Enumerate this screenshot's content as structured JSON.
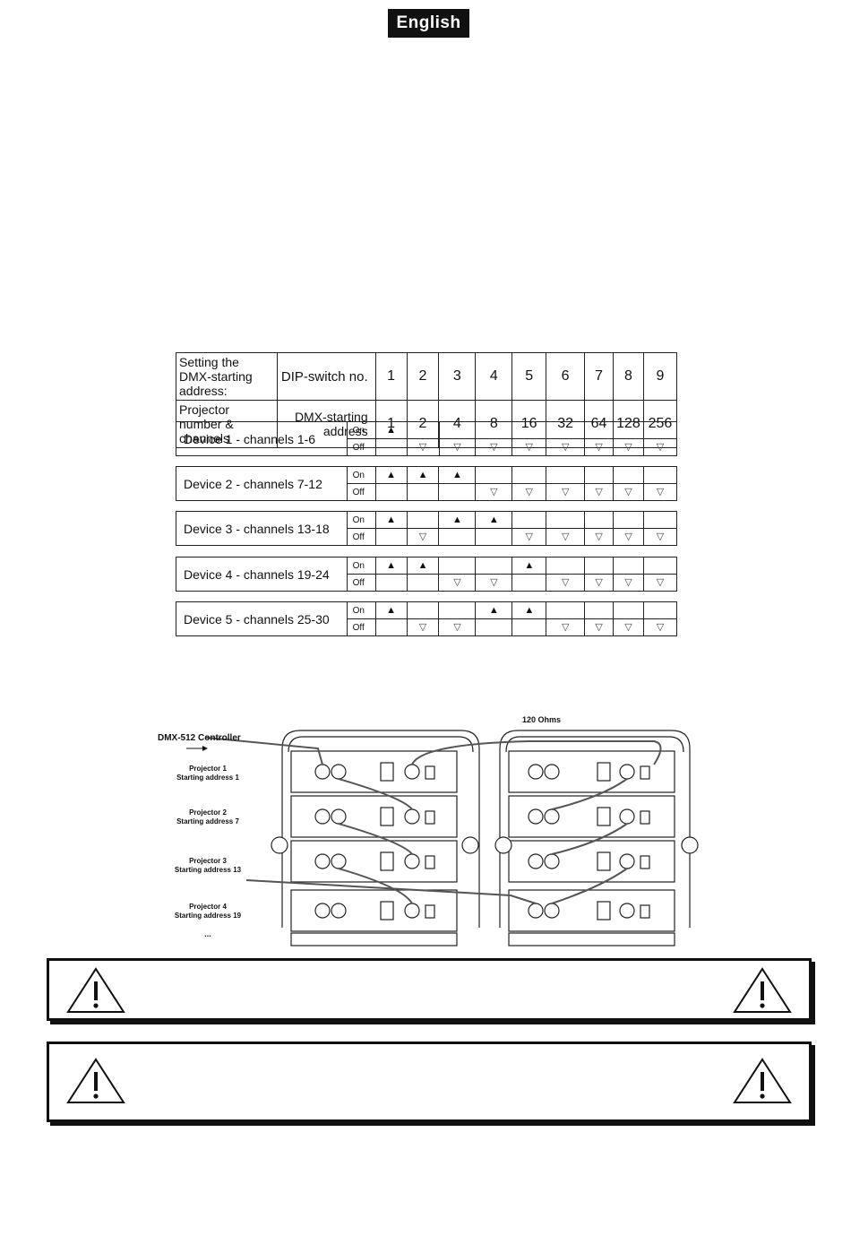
{
  "header": {
    "language": "English"
  },
  "table": {
    "row1_label": "Setting the DMX-starting address:",
    "dip_label": "DIP-switch no.",
    "switch_numbers": [
      "1",
      "2",
      "3",
      "4",
      "5",
      "6",
      "7",
      "8",
      "9"
    ],
    "row2_label": "Projector number & channels",
    "dmx_label": "DMX-starting address",
    "values": [
      "1",
      "2",
      "4",
      "8",
      "16",
      "32",
      "64",
      "128",
      "256"
    ],
    "on_label": "On",
    "off_label": "Off",
    "devices": [
      {
        "name": "Device 1 - channels 1-6",
        "on": [
          1,
          0,
          0,
          0,
          0,
          0,
          0,
          0,
          0
        ],
        "off": [
          0,
          1,
          1,
          1,
          1,
          1,
          1,
          1,
          1
        ]
      },
      {
        "name": "Device 2 - channels 7-12",
        "on": [
          1,
          1,
          1,
          0,
          0,
          0,
          0,
          0,
          0
        ],
        "off": [
          0,
          0,
          0,
          1,
          1,
          1,
          1,
          1,
          1
        ]
      },
      {
        "name": "Device 3 - channels 13-18",
        "on": [
          1,
          0,
          1,
          1,
          0,
          0,
          0,
          0,
          0
        ],
        "off": [
          0,
          1,
          0,
          0,
          1,
          1,
          1,
          1,
          1
        ]
      },
      {
        "name": "Device 4 - channels 19-24",
        "on": [
          1,
          1,
          0,
          0,
          1,
          0,
          0,
          0,
          0
        ],
        "off": [
          0,
          0,
          1,
          1,
          0,
          1,
          1,
          1,
          1
        ]
      },
      {
        "name": "Device 5 - channels 25-30",
        "on": [
          1,
          0,
          0,
          1,
          1,
          0,
          0,
          0,
          0
        ],
        "off": [
          0,
          1,
          1,
          0,
          0,
          1,
          1,
          1,
          1
        ]
      }
    ]
  },
  "diagram": {
    "controller_label": "DMX-512 Controller",
    "terminator_label": "120 Ohms",
    "projectors": [
      {
        "name": "Projector 1",
        "address": "Starting address 1"
      },
      {
        "name": "Projector 2",
        "address": "Starting address 7"
      },
      {
        "name": "Projector 3",
        "address": "Starting address 13"
      },
      {
        "name": "Projector 4",
        "address": "Starting address 19"
      }
    ],
    "ellipsis": "..."
  }
}
